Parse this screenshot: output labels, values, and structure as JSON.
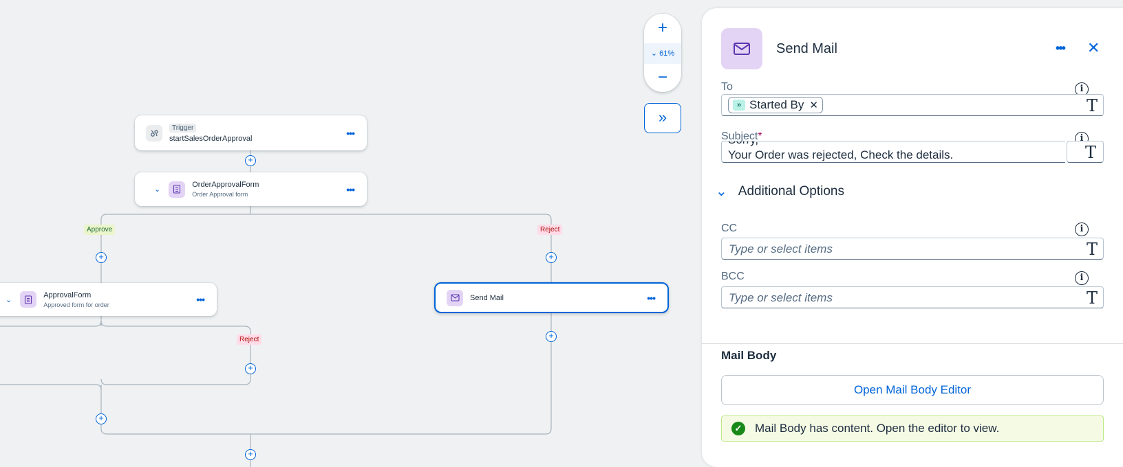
{
  "canvas": {
    "trigger_node": {
      "tag": "Trigger",
      "title": "startSalesOrderApproval"
    },
    "order_form_node": {
      "title": "OrderApprovalForm",
      "subtitle": "Order Approval form"
    },
    "approval_form_node": {
      "title": "ApprovalForm",
      "subtitle": "Approved form for order"
    },
    "send_mail_node": {
      "title": "Send Mail"
    },
    "branch_labels": {
      "approve": "Approve",
      "reject_right": "Reject",
      "reject_lower": "Reject"
    }
  },
  "zoom": {
    "level": "61%",
    "zoom_in": "+",
    "zoom_out": "−"
  },
  "panel": {
    "title": "Send Mail",
    "to": {
      "label": "To",
      "token": "Started By"
    },
    "subject": {
      "label": "Subject",
      "required_mark": "*",
      "line1": "Sorry,",
      "line2": "Your Order was rejected, Check the details."
    },
    "additional_options": {
      "label": "Additional Options"
    },
    "cc": {
      "label": "CC",
      "placeholder": "Type or select items"
    },
    "bcc": {
      "label": "BCC",
      "placeholder": "Type or select items"
    },
    "mail_body": {
      "title": "Mail Body",
      "button": "Open Mail Body Editor",
      "message": "Mail Body has content. Open the editor to view."
    }
  },
  "colors": {
    "accent": "#0064d9",
    "mail_icon_bg": "#e3d4f5",
    "success": "#188918"
  }
}
